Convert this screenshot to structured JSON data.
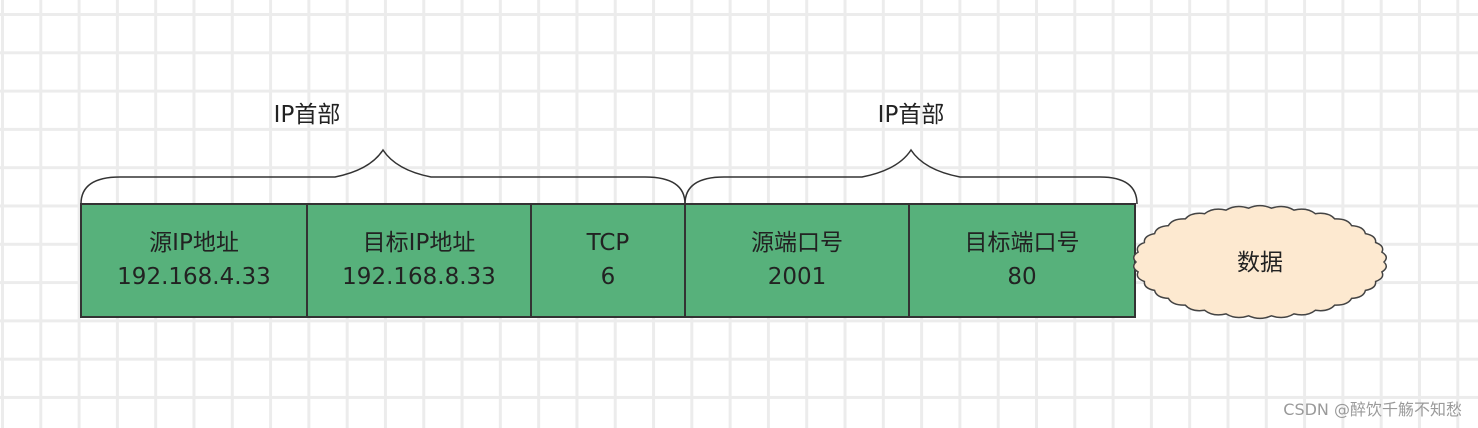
{
  "braces": [
    {
      "label": "IP首部"
    },
    {
      "label": "IP首部"
    }
  ],
  "fields": [
    {
      "name": "源IP地址",
      "value": "192.168.4.33"
    },
    {
      "name": "目标IP地址",
      "value": "192.168.8.33"
    },
    {
      "name": "TCP",
      "value": "6"
    },
    {
      "name": "源端口号",
      "value": "2001"
    },
    {
      "name": "目标端口号",
      "value": "80"
    }
  ],
  "payload": {
    "label": "数据"
  },
  "watermark": "CSDN @醉饮千觞不知愁",
  "colors": {
    "field_fill": "#57b17b",
    "cloud_fill": "#fde9d0",
    "stroke": "#333333"
  }
}
